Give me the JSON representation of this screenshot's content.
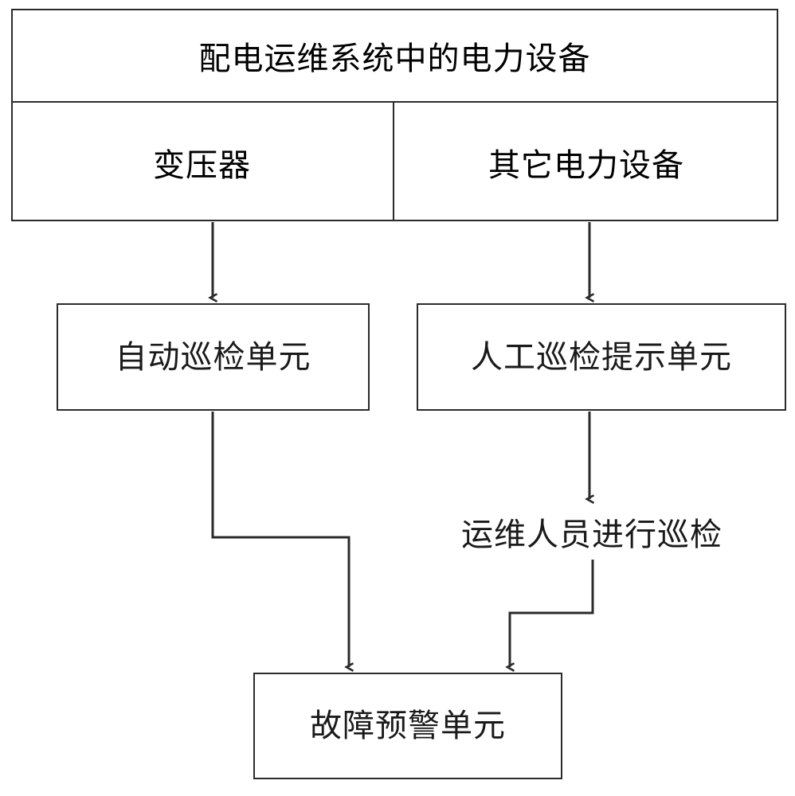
{
  "diagram": {
    "title_box": {
      "label": "配电运维系统中的电力设备"
    },
    "equipment_cells": [
      {
        "label": "变压器"
      },
      {
        "label": "其它电力设备"
      }
    ],
    "unit_boxes": [
      {
        "label": "自动巡检单元"
      },
      {
        "label": "人工巡检提示单元"
      }
    ],
    "plain_nodes": [
      {
        "label": "运维人员进行巡检"
      }
    ],
    "result_box": {
      "label": "故障预警单元"
    },
    "colors": {
      "stroke": "#2b2b2b",
      "text": "#1a1a1a",
      "background": "#ffffff"
    }
  }
}
